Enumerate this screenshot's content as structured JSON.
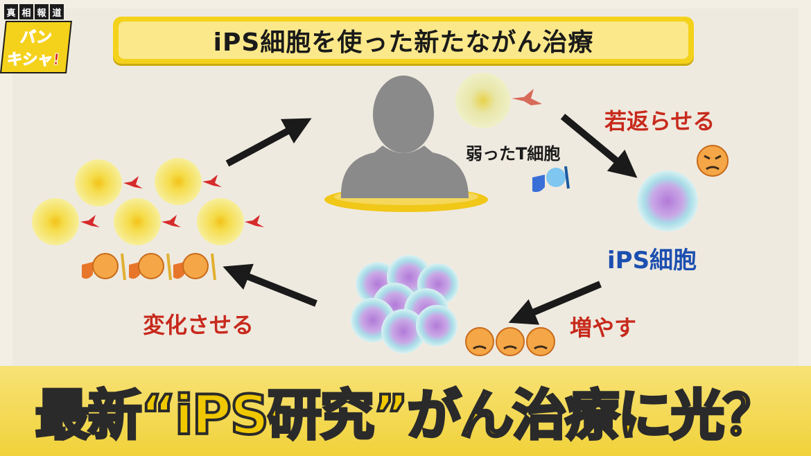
{
  "logo": {
    "top_chars": [
      "真",
      "相",
      "報",
      "道"
    ],
    "line1": "バン",
    "line2": "キシャ!"
  },
  "title": "iPS細胞を使った新たながん治療",
  "labels": {
    "weak_t_cell": "弱ったT細胞",
    "rejuvenate": "若返らせる",
    "ips_cell": "iPS細胞",
    "increase": "増やす",
    "transform": "変化させる"
  },
  "caption": "最新“iPS研究”がん治療に光？",
  "colors": {
    "title_bg": "#f4d21b",
    "red_label": "#c72a1d",
    "blue_label": "#1c4fb0",
    "caption_fill": "#f0c800"
  }
}
